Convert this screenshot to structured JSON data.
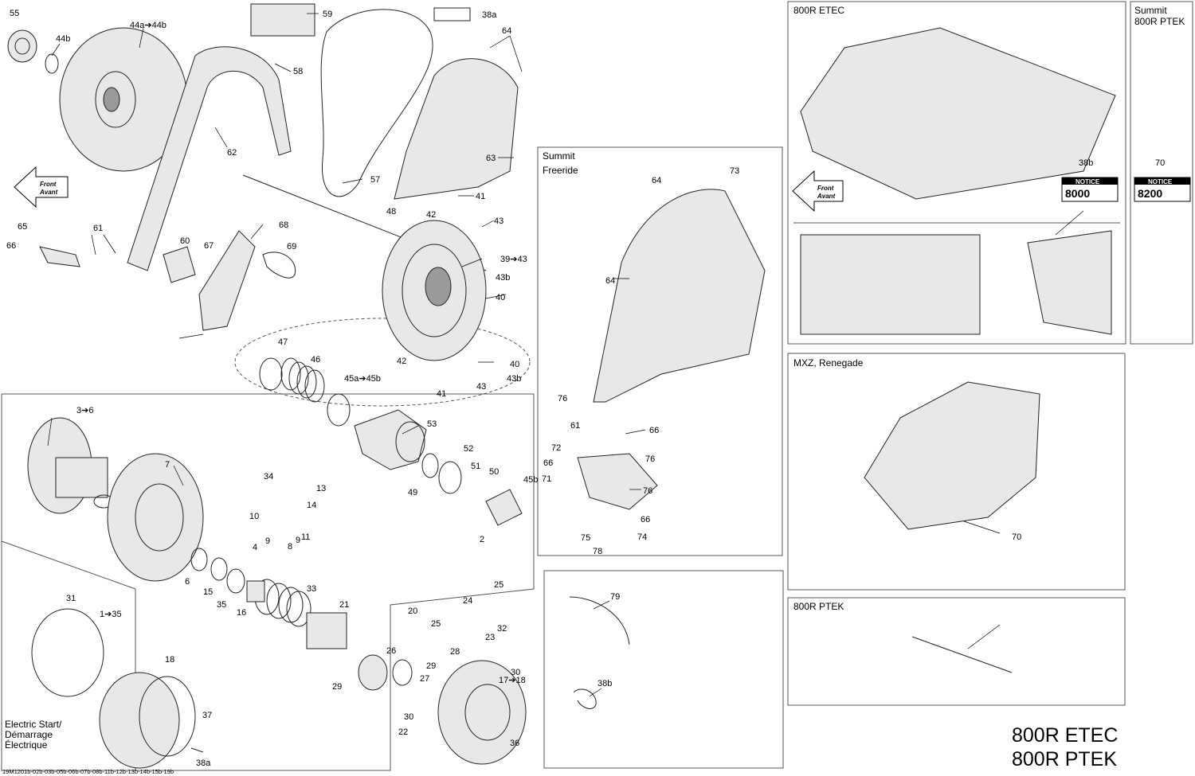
{
  "diagram": {
    "title_lines": [
      "800R ETEC",
      "800R PTEK"
    ],
    "footer_code": "19M1201b-02b-03b-05b-06b-07b-08b-11b-12b-13b-14b-15b-19b",
    "direction_arrow_lines": [
      "Front",
      "Avant"
    ],
    "electric_start_lines": [
      "Electric Start/",
      "Démarrage",
      "Électrique"
    ],
    "panels": {
      "summit_freeride": [
        "Summit",
        "Freeride"
      ],
      "etec_800r": "800R ETEC",
      "summit_800r_ptek": [
        "Summit",
        "800R PTEK"
      ],
      "mxz_renegade": "MXZ, Renegade",
      "ptek_800r": "800R PTEK"
    },
    "notices": [
      {
        "id": "notice-8000",
        "head": "NOTICE",
        "rpm": "8000"
      },
      {
        "id": "notice-8200",
        "head": "NOTICE",
        "rpm": "8200"
      }
    ],
    "callouts": [
      "55",
      "44b",
      "44a➔44b",
      "59",
      "38a",
      "64",
      "58",
      "62",
      "57",
      "63",
      "41",
      "42",
      "43",
      "48",
      "39➔43",
      "68",
      "67",
      "69",
      "65",
      "66",
      "61",
      "60",
      "43b",
      "40",
      "47",
      "46",
      "42",
      "40",
      "43b",
      "41",
      "43",
      "45a➔45b",
      "53",
      "52",
      "51",
      "50",
      "45b",
      "49",
      "2",
      "3➔6",
      "7",
      "34",
      "13",
      "14",
      "10",
      "9",
      "8",
      "9",
      "11",
      "4",
      "6",
      "15",
      "35",
      "16",
      "33",
      "21",
      "20",
      "25",
      "25",
      "24",
      "23",
      "32",
      "31",
      "1➔35",
      "18",
      "26",
      "28",
      "30",
      "29",
      "27",
      "17➔18",
      "29",
      "30",
      "22",
      "36",
      "37",
      "38a",
      "64",
      "73",
      "64",
      "76",
      "61",
      "66",
      "72",
      "76",
      "66",
      "71",
      "76",
      "66",
      "74",
      "75",
      "78",
      "79",
      "38b",
      "38b",
      "70",
      "70"
    ]
  }
}
